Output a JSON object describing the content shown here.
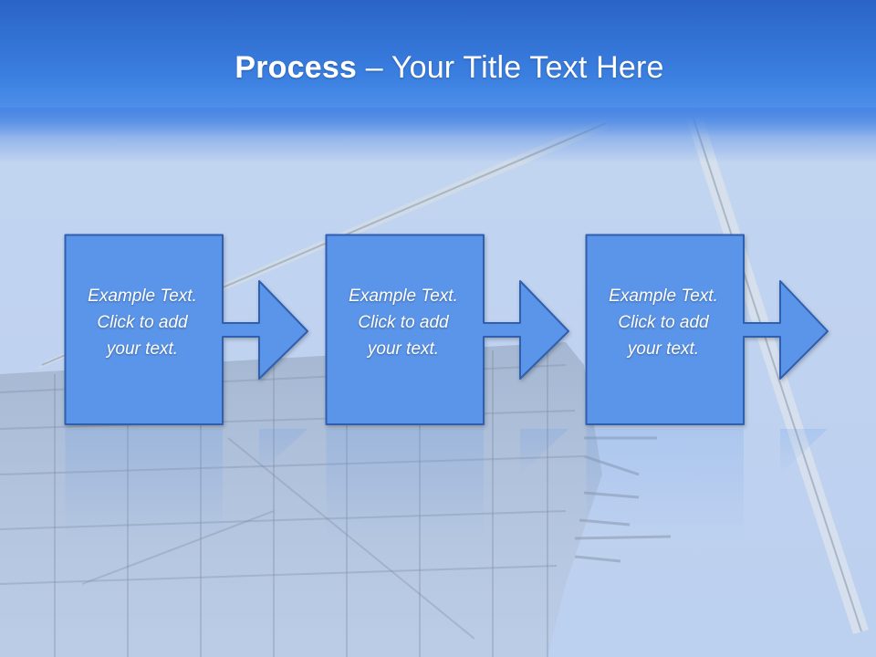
{
  "slide": {
    "title_bold": "Process",
    "title_rest": " – Your Title Text Here"
  },
  "steps": [
    {
      "line1": "Example Text.",
      "line2": "Click  to add",
      "line3": "your text."
    },
    {
      "line1": "Example Text.",
      "line2": "Click  to add",
      "line3": "your text."
    },
    {
      "line1": "Example Text.",
      "line2": "Click  to add",
      "line3": "your text."
    }
  ],
  "colors": {
    "title_band": "#3a7fe0",
    "box_fill": "#5b95ea",
    "box_border": "#2f5fae",
    "text": "#ffffff"
  }
}
